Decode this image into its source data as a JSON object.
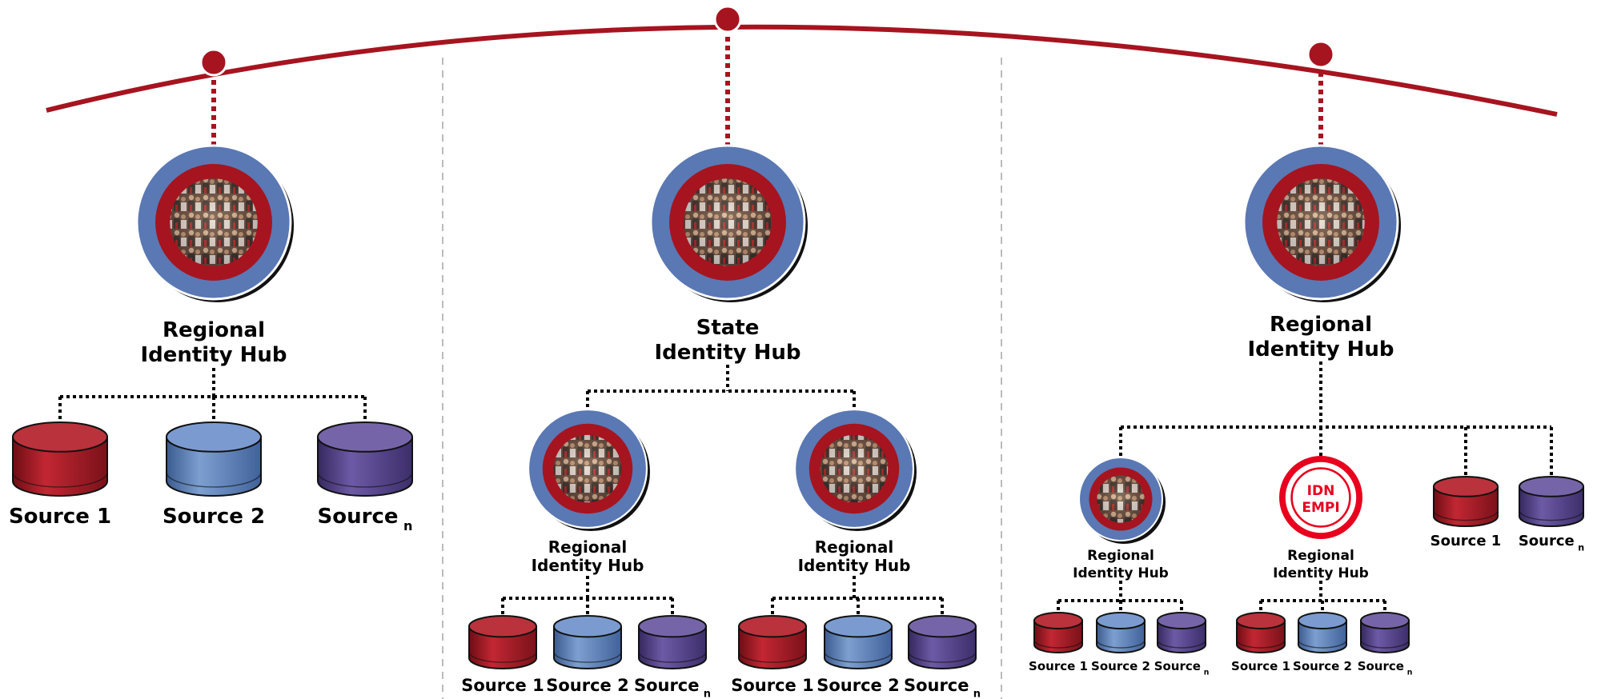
{
  "colors": {
    "arc": "#a6141f",
    "hub_blue": "#5a78b4",
    "hub_red": "#a6141f",
    "src_red": "#9c1c26",
    "src_blue": "#5a7fb5",
    "src_purple": "#544285",
    "empi_red": "#e8001e"
  },
  "icons": {
    "hub": "people-photo-ring-icon",
    "source": "database-cylinder-icon",
    "empi": "empi-badge-icon"
  },
  "sections": [
    {
      "id": "left",
      "hub": {
        "line1": "Regional",
        "line2": "Identity Hub"
      },
      "sources": [
        {
          "label": "Source 1",
          "sub": "",
          "color": "red"
        },
        {
          "label": "Source 2",
          "sub": "",
          "color": "blue"
        },
        {
          "label": "Source",
          "sub": "n",
          "color": "purple"
        }
      ]
    },
    {
      "id": "middle",
      "hub": {
        "line1": "State",
        "line2": "Identity Hub"
      },
      "children": [
        {
          "hub": {
            "line1": "Regional",
            "line2": "Identity Hub"
          },
          "sources": [
            {
              "label": "Source 1",
              "sub": "",
              "color": "red"
            },
            {
              "label": "Source 2",
              "sub": "",
              "color": "blue"
            },
            {
              "label": "Source",
              "sub": "n",
              "color": "purple"
            }
          ]
        },
        {
          "hub": {
            "line1": "Regional",
            "line2": "Identity Hub"
          },
          "sources": [
            {
              "label": "Source 1",
              "sub": "",
              "color": "red"
            },
            {
              "label": "Source 2",
              "sub": "",
              "color": "blue"
            },
            {
              "label": "Source",
              "sub": "n",
              "color": "purple"
            }
          ]
        }
      ]
    },
    {
      "id": "right",
      "hub": {
        "line1": "Regional",
        "line2": "Identity Hub"
      },
      "children": [
        {
          "hub": {
            "line1": "Regional",
            "line2": "Identity Hub"
          },
          "sources": [
            {
              "label": "Source 1",
              "sub": "",
              "color": "red"
            },
            {
              "label": "Source 2",
              "sub": "",
              "color": "blue"
            },
            {
              "label": "Source",
              "sub": "n",
              "color": "purple"
            }
          ]
        },
        {
          "empi": {
            "line1": "IDN",
            "line2": "EMPI"
          },
          "hub": {
            "line1": "Regional",
            "line2": "Identity Hub"
          },
          "sources": [
            {
              "label": "Source 1",
              "sub": "",
              "color": "red"
            },
            {
              "label": "Source 2",
              "sub": "",
              "color": "blue"
            },
            {
              "label": "Source",
              "sub": "n",
              "color": "purple"
            }
          ]
        }
      ],
      "direct_sources": [
        {
          "label": "Source 1",
          "sub": "",
          "color": "red"
        },
        {
          "label": "Source",
          "sub": "n",
          "color": "purple"
        }
      ]
    }
  ]
}
